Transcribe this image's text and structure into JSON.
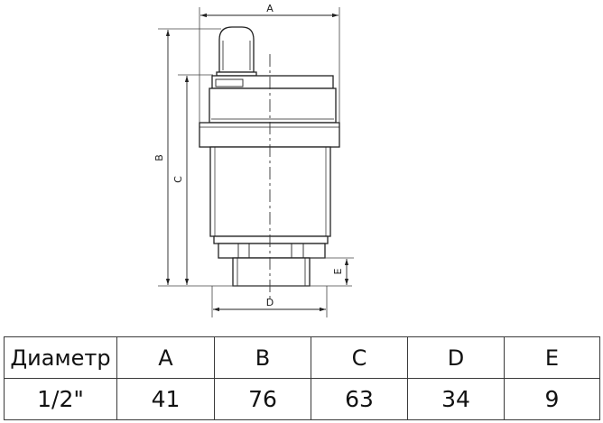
{
  "drawing": {
    "dimension_labels": {
      "a": "A",
      "b": "B",
      "c": "C",
      "d": "D",
      "e": "E"
    }
  },
  "table": {
    "header": [
      "Диаметр",
      "A",
      "B",
      "C",
      "D",
      "E"
    ],
    "rows": [
      [
        "1/2\"",
        "41",
        "76",
        "63",
        "34",
        "9"
      ]
    ]
  }
}
